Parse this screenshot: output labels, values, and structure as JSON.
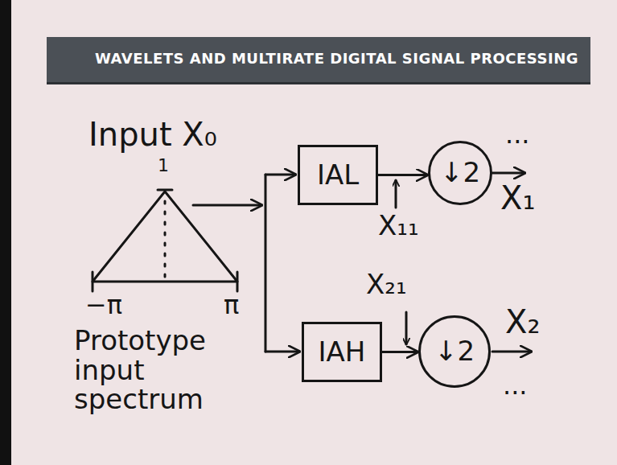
{
  "diagram": {
    "title": "WAVELETS AND MULTIRATE DIGITAL SIGNAL PROCESSING",
    "nodes": [
      {
        "text": [
          "IAL"
        ]
      },
      {
        "text": [
          "↓2"
        ]
      },
      {
        "text": [
          "IAH"
        ]
      },
      {
        "text": [
          "↓2"
        ]
      }
    ],
    "edges": [
      {
        "from": 0,
        "to": 1,
        "arrow": "to"
      },
      {
        "from": 2,
        "to": 3,
        "arrow": "to"
      }
    ],
    "labels": [
      "Input X₀",
      "1",
      "−π",
      "π",
      "Prototype input spectrum",
      "X₁₁",
      "...",
      "X₁",
      "X₂₁",
      "X₂",
      "..."
    ]
  }
}
